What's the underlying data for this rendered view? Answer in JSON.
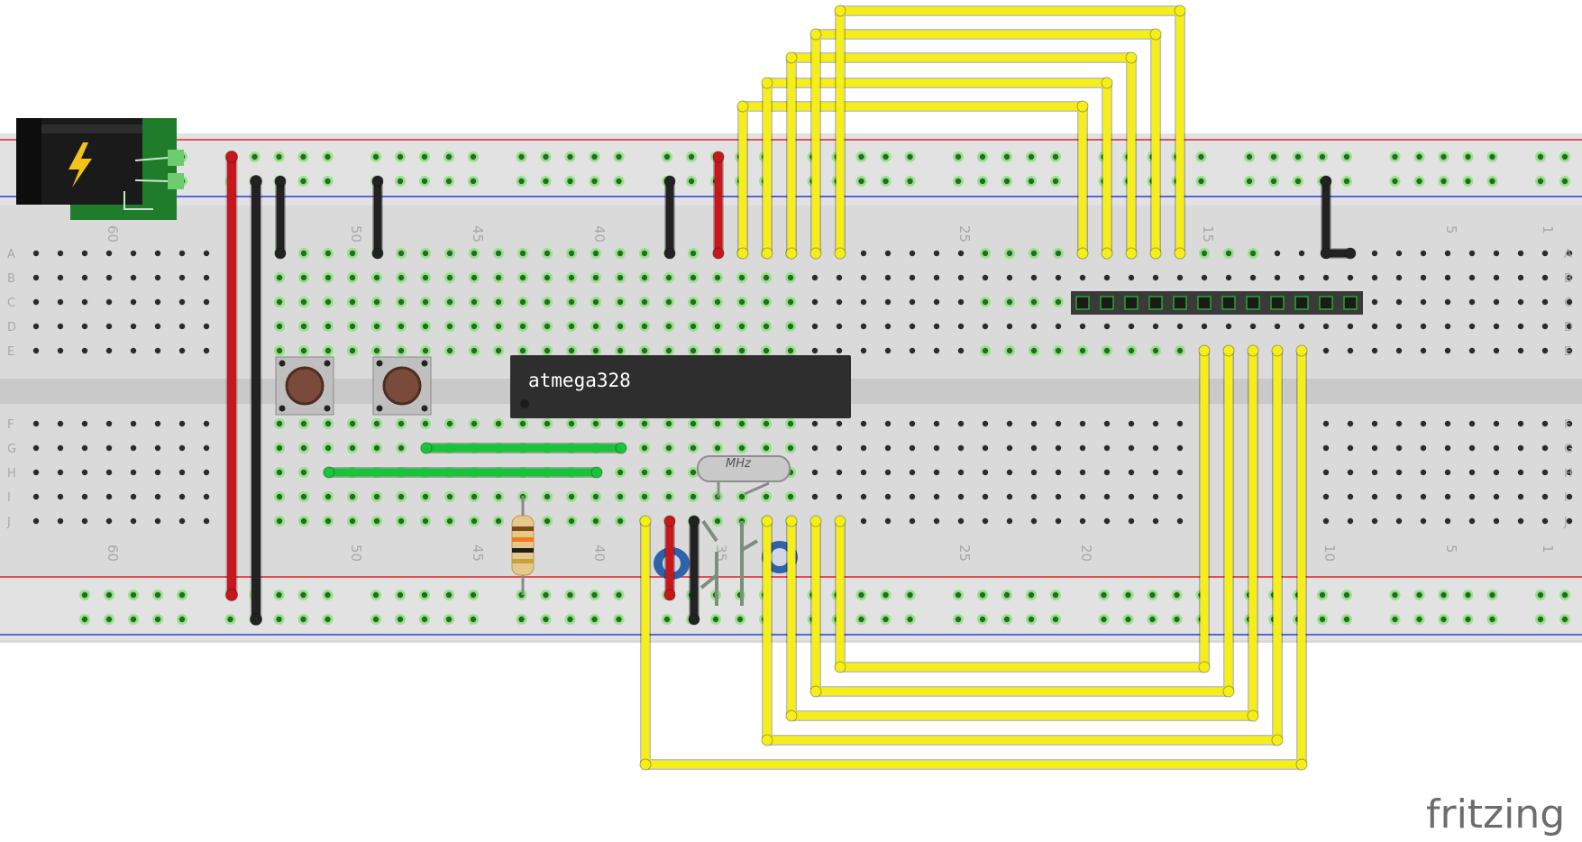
{
  "diagram": {
    "chip_label": "atmega328",
    "crystal_label": "MHz",
    "watermark": "fritzing",
    "row_letters_top": [
      "A",
      "B",
      "C",
      "D",
      "E"
    ],
    "row_letters_bottom": [
      "F",
      "G",
      "H",
      "I",
      "J"
    ],
    "column_numbers_top": [
      "60",
      "50",
      "45",
      "40",
      "25",
      "15",
      "5",
      "1"
    ],
    "column_numbers_bottom": [
      "60",
      "50",
      "45",
      "40",
      "35",
      "25",
      "20",
      "10",
      "5",
      "1"
    ]
  },
  "colors": {
    "breadboard": "#dcdcdc",
    "rail_red_line": "#d8262b",
    "rail_blue_line": "#2640d6",
    "yellow_wire": "#f5ee1a",
    "red_wire": "#c8161d",
    "black_wire": "#222222",
    "green_wire": "#19c43a",
    "connected_hole": "#8ee07e"
  }
}
